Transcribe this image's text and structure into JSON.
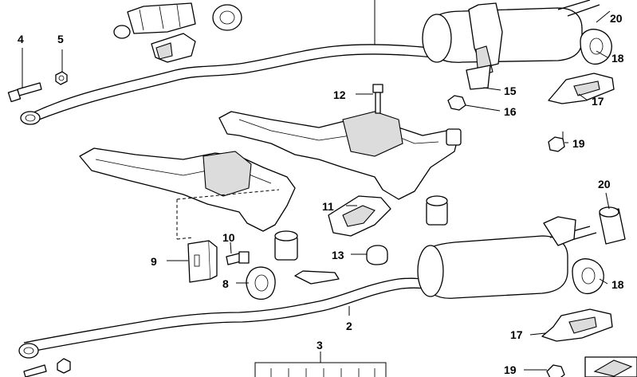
{
  "diagram": {
    "callouts": [
      {
        "id": "c20a",
        "text": "20"
      },
      {
        "id": "c4",
        "text": "4"
      },
      {
        "id": "c5",
        "text": "5"
      },
      {
        "id": "c18a",
        "text": "18"
      },
      {
        "id": "c12",
        "text": "12"
      },
      {
        "id": "c15",
        "text": "15"
      },
      {
        "id": "c17a",
        "text": "17"
      },
      {
        "id": "c16",
        "text": "16"
      },
      {
        "id": "c19a",
        "text": "19"
      },
      {
        "id": "c11",
        "text": "11"
      },
      {
        "id": "c20b",
        "text": "20"
      },
      {
        "id": "c10",
        "text": "10"
      },
      {
        "id": "c9",
        "text": "9"
      },
      {
        "id": "c13",
        "text": "13"
      },
      {
        "id": "c8",
        "text": "8"
      },
      {
        "id": "c18b",
        "text": "18"
      },
      {
        "id": "c2",
        "text": "2"
      },
      {
        "id": "c17b",
        "text": "17"
      },
      {
        "id": "c3",
        "text": "3"
      },
      {
        "id": "c19b",
        "text": "19"
      }
    ]
  }
}
